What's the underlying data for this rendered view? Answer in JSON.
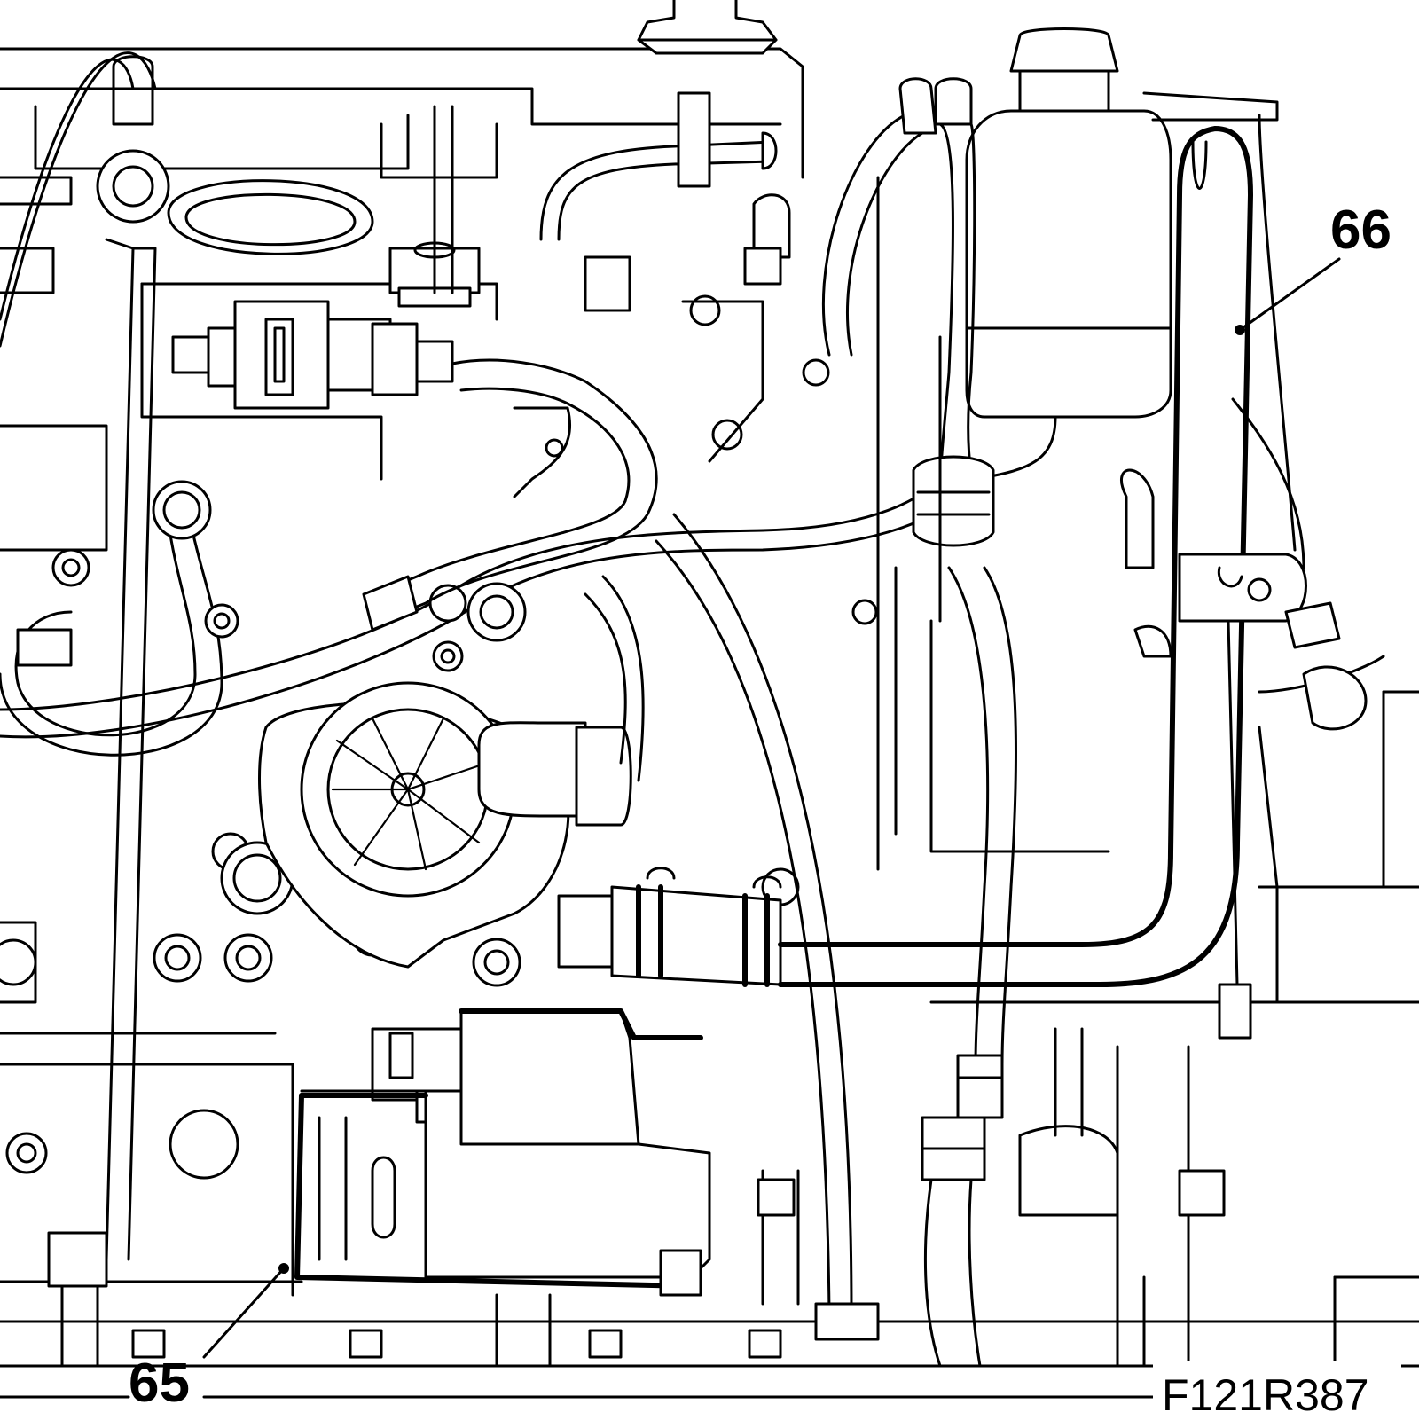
{
  "callouts": [
    {
      "id": "65",
      "label": "65"
    },
    {
      "id": "66",
      "label": "66"
    }
  ],
  "figure_reference": "F121R387",
  "colors": {
    "line": "#000000",
    "background": "#ffffff"
  }
}
